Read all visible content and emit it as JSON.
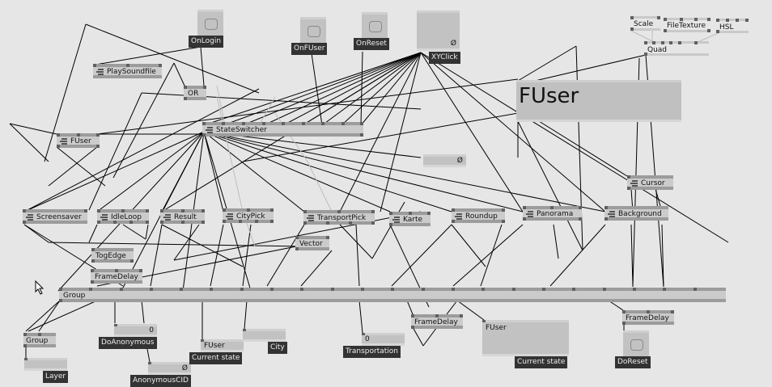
{
  "patch": {
    "nodes": {
      "playsoundfile": "PlaySoundfile",
      "or": "OR",
      "stateswitcher": "StateSwitcher",
      "fuser_sub": "FUser",
      "screensaver": "Screensaver",
      "idleloop": "IdleLoop",
      "result": "Result",
      "citypick": "CityPick",
      "transportpick": "TransportPick",
      "karte": "Karte",
      "roundup": "Roundup",
      "panorama": "Panorama",
      "background": "Background",
      "cursor": "Cursor",
      "vector": "Vector",
      "togedge": "TogEdge",
      "framedelay1": "FrameDelay",
      "framedelay2": "FrameDelay",
      "framedelay3": "FrameDelay",
      "group_main": "Group",
      "group_small": "Group",
      "scale": "Scale",
      "filetexture": "FileTexture",
      "hsl": "HSL",
      "quad": "Quad"
    },
    "io": {
      "onlogin": "OnLogin",
      "onfuser": "OnFUser",
      "onreset": "OnReset",
      "xyclick": "XYClick",
      "xyclick_value": "Ø",
      "unnamed_value": "Ø",
      "big_display": "FUser",
      "doanonymous": "DoAnonymous",
      "doanonymous_value": "0",
      "anonymouscid": "AnonymousCID",
      "anonymouscid_value": "Ø",
      "current_state_1": "Current state",
      "current_state_1_value": "FUser",
      "city": "City",
      "city_value": "",
      "transportation": "Transportation",
      "transportation_value": "0",
      "current_state_2": "Current state",
      "current_state_2_value": "FUser",
      "layer": "Layer",
      "doreset": "DoReset"
    }
  }
}
